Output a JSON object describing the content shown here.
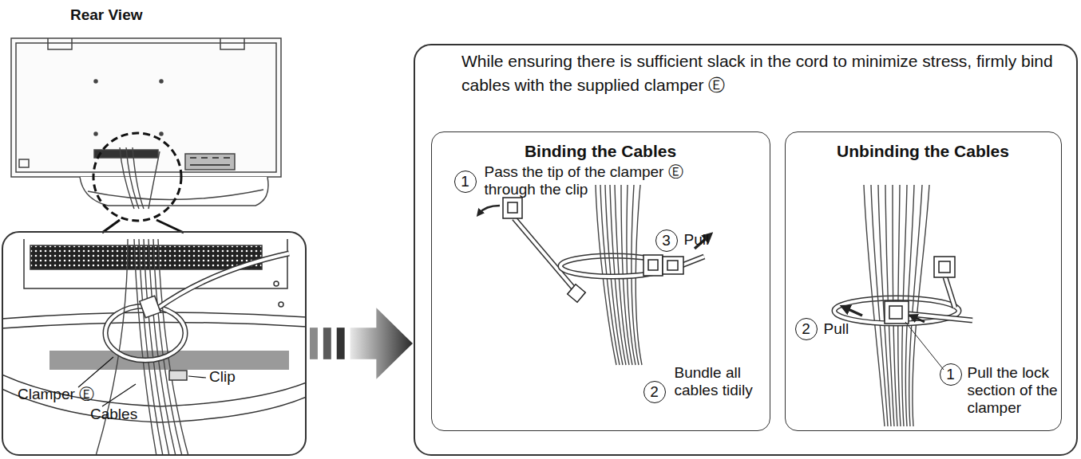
{
  "diagram": {
    "nodes": [
      {
        "text": [
          "Clip",
          "Clamper Ⓔ",
          "Cables"
        ]
      },
      {
        "text": [
          "While ensuring there is sufficient slack in the cord to minimize stress, firmly bind cables with the supplied clamper Ⓔ"
        ]
      },
      {
        "text": [
          "Binding the Cables",
          "1",
          "Pass the tip of the clamper Ⓔ through the clip",
          "3",
          "Pull",
          "2",
          "Bundle all cables tidily"
        ],
        "in": 1
      },
      {
        "text": [
          "Unbinding the Cables",
          "2",
          "Pull",
          "1",
          "Pull the lock section of the clamper"
        ],
        "in": 1
      }
    ],
    "edges": [
      {
        "from": 0,
        "to": 1,
        "arrow": "to"
      }
    ],
    "labels": [
      "Rear View"
    ]
  }
}
